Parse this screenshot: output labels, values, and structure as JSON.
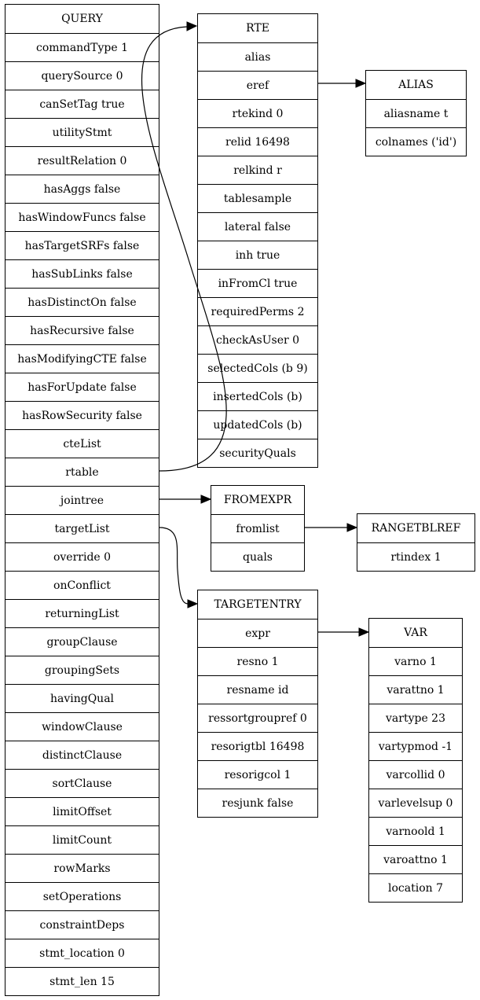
{
  "nodes": {
    "query": {
      "fields": [
        "QUERY",
        "commandType 1",
        "querySource 0",
        "canSetTag true",
        "utilityStmt",
        "resultRelation 0",
        "hasAggs false",
        "hasWindowFuncs false",
        "hasTargetSRFs false",
        "hasSubLinks false",
        "hasDistinctOn false",
        "hasRecursive false",
        "hasModifyingCTE false",
        "hasForUpdate false",
        "hasRowSecurity false",
        "cteList",
        "rtable",
        "jointree",
        "targetList",
        "override 0",
        "onConflict",
        "returningList",
        "groupClause",
        "groupingSets",
        "havingQual",
        "windowClause",
        "distinctClause",
        "sortClause",
        "limitOffset",
        "limitCount",
        "rowMarks",
        "setOperations",
        "constraintDeps",
        "stmt_location 0",
        "stmt_len 15"
      ]
    },
    "rte": {
      "fields": [
        "RTE",
        "alias",
        "eref",
        "rtekind 0",
        "relid 16498",
        "relkind r",
        "tablesample",
        "lateral false",
        "inh true",
        "inFromCl true",
        "requiredPerms 2",
        "checkAsUser 0",
        "selectedCols (b 9)",
        "insertedCols (b)",
        "updatedCols (b)",
        "securityQuals"
      ]
    },
    "alias": {
      "fields": [
        "ALIAS",
        "aliasname t",
        "colnames ('id')"
      ]
    },
    "fromexpr": {
      "fields": [
        "FROMEXPR",
        "fromlist",
        "quals"
      ]
    },
    "rangetblref": {
      "fields": [
        "RANGETBLREF",
        "rtindex 1"
      ]
    },
    "targetentry": {
      "fields": [
        "TARGETENTRY",
        "expr",
        "resno 1",
        "resname id",
        "ressortgroupref 0",
        "resorigtbl 16498",
        "resorigcol 1",
        "resjunk false"
      ]
    },
    "var": {
      "fields": [
        "VAR",
        "varno 1",
        "varattno 1",
        "vartype 23",
        "vartypmod -1",
        "varcollid 0",
        "varlevelsup 0",
        "varnoold 1",
        "varoattno 1",
        "location 7"
      ]
    }
  }
}
